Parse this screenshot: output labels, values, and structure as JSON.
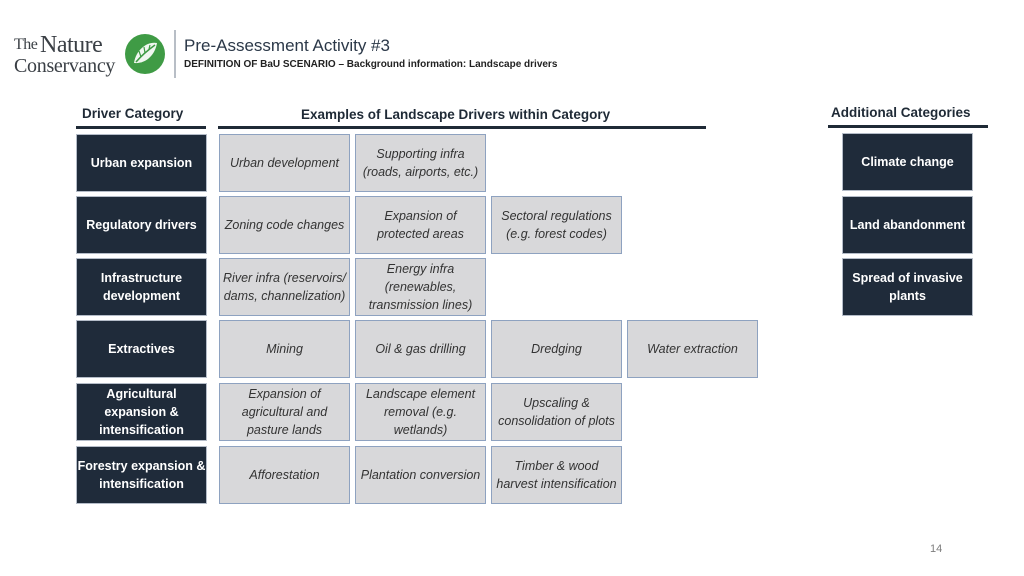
{
  "logo": {
    "line1_the": "The",
    "line1_nature": "Nature",
    "line2": "Conservancy"
  },
  "title": "Pre-Assessment Activity #3",
  "subtitle": "DEFINITION OF BaU SCENARIO – Background information: Landscape drivers",
  "headers": {
    "driver_category": "Driver Category",
    "examples": "Examples of Landscape Drivers within Category",
    "additional": "Additional Categories"
  },
  "rows": [
    {
      "category": "Urban expansion",
      "examples": [
        "Urban development",
        "Supporting infra (roads, airports, etc.)"
      ]
    },
    {
      "category": "Regulatory drivers",
      "examples": [
        "Zoning code changes",
        "Expansion of protected areas",
        "Sectoral regulations (e.g. forest codes)"
      ]
    },
    {
      "category": "Infrastructure development",
      "examples": [
        "River infra (reservoirs/ dams, channelization)",
        "Energy infra (renewables, transmission lines)"
      ]
    },
    {
      "category": "Extractives",
      "examples": [
        "Mining",
        "Oil & gas drilling",
        "Dredging",
        "Water extraction"
      ]
    },
    {
      "category": "Agricultural expansion & intensification",
      "examples": [
        "Expansion of agricultural and pasture lands",
        "Landscape element removal (e.g. wetlands)",
        "Upscaling & consolidation of plots"
      ]
    },
    {
      "category": "Forestry expansion & intensification",
      "examples": [
        "Afforestation",
        "Plantation conversion",
        "Timber & wood harvest intensification"
      ]
    }
  ],
  "additional_categories": [
    "Climate change",
    "Land abandonment",
    "Spread of invasive plants"
  ],
  "page_number": "14",
  "colors": {
    "dark_box": "#1f2b3a",
    "light_box": "#d8d8da",
    "light_border": "#8ea2c0",
    "logo_green": "#3f9b45"
  }
}
